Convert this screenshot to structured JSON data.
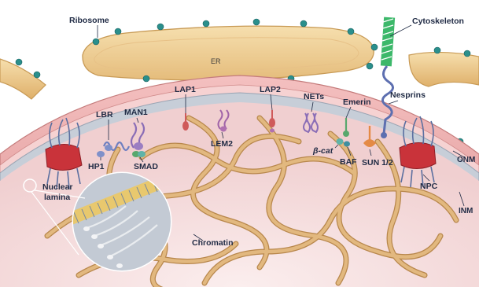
{
  "figure": {
    "labels": {
      "ribosome": "Ribosome",
      "cytoskeleton": "Cytoskeleton",
      "er": "ER",
      "lbr": "LBR",
      "man1": "MAN1",
      "lap1": "LAP1",
      "lap2": "LAP2",
      "nets": "NETs",
      "emerin": "Emerin",
      "nesprins": "Nesprins",
      "hp1": "HP1",
      "smad": "SMAD",
      "lem2": "LEM2",
      "beta_cat": "β-cat",
      "baf": "BAF",
      "sun": "SUN 1/2",
      "npc": "NPC",
      "onm": "ONM",
      "inm": "INM",
      "nuclear_lamina_line1": "Nuclear",
      "nuclear_lamina_line2": "lamina",
      "chromatin": "Chromatin"
    },
    "colors": {
      "er_fill": "#ebc98e",
      "er_edge": "#c89a55",
      "ribosome": "#2a8f8c",
      "nuclear_envelope": "#e7a4a4",
      "lamina": "#c4ccd6",
      "nucleoplasm": "#f4dfe0",
      "chromatin": "#d9ab6f",
      "npc": "#c9333a",
      "cytoskeleton": "#3cb86a",
      "protein_blue": "#7f90c9",
      "protein_purple": "#9b7ec2",
      "protein_red": "#cf5a5a",
      "protein_green": "#58a86d",
      "protein_orange": "#e48a45",
      "protein_teal": "#5fb3a8"
    }
  }
}
